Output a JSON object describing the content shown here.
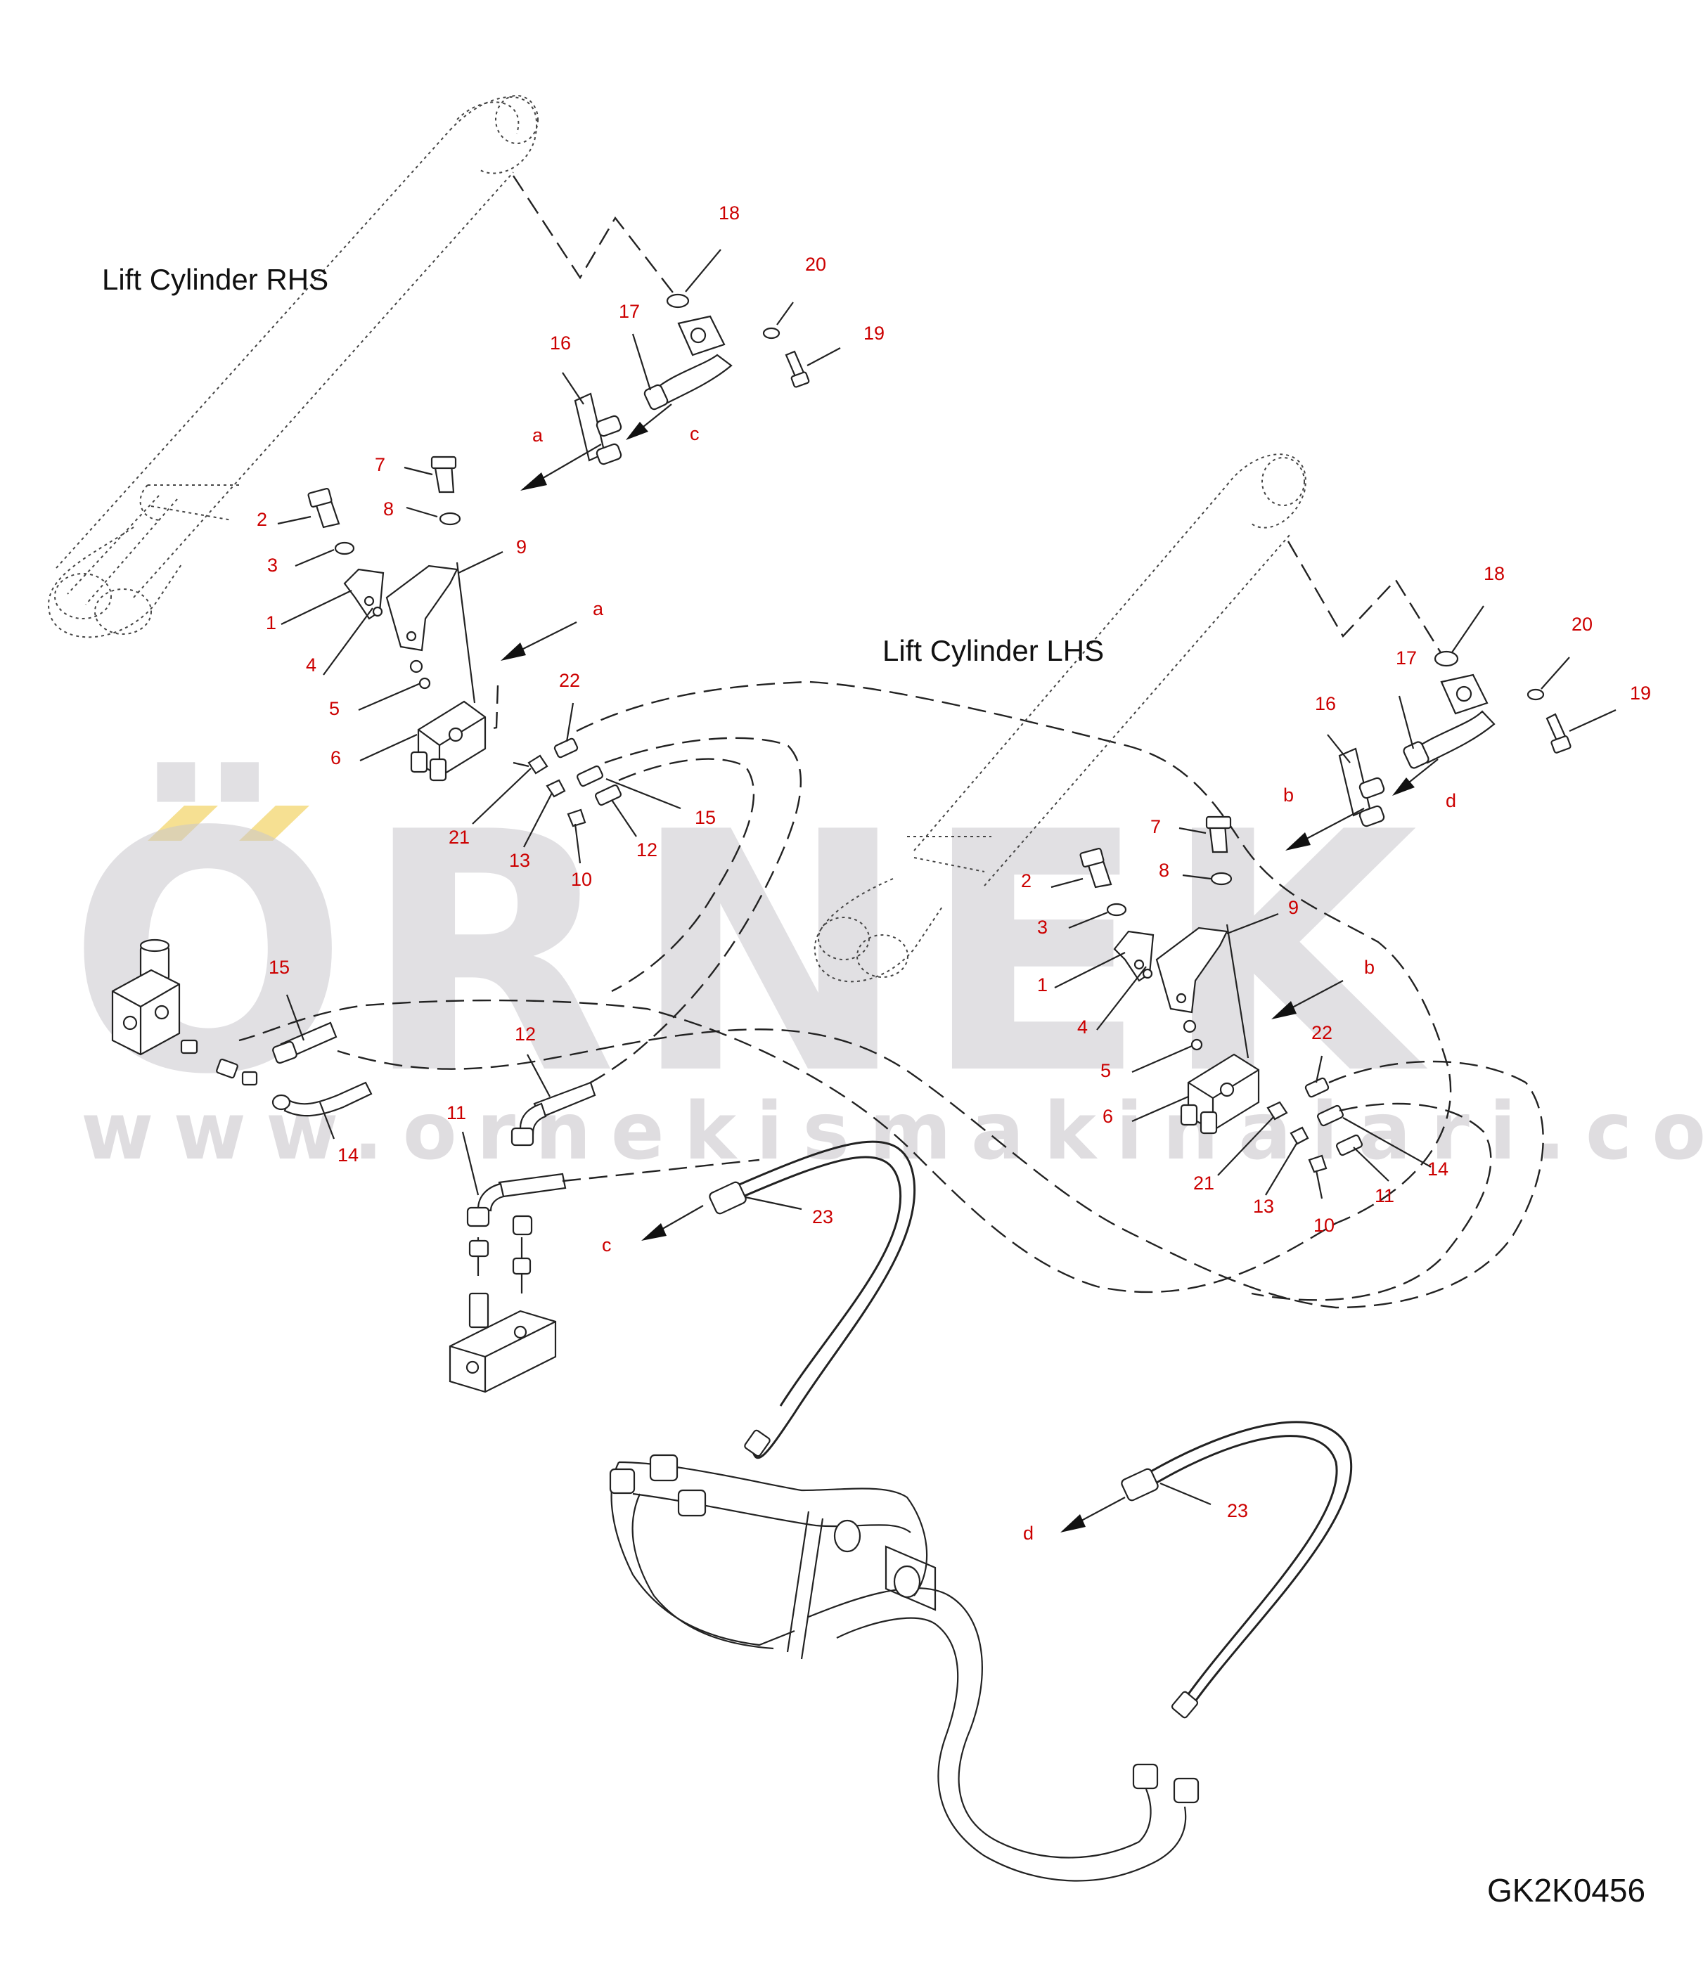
{
  "diagram": {
    "titles": {
      "rhs": "Lift Cylinder RHS",
      "lhs": "Lift Cylinder LHS"
    },
    "drawing_code": "GK2K0456",
    "watermark": {
      "brand": "ÖRNEK",
      "url": "www.ornekismakinalari.com.tr"
    },
    "labels": {
      "rhs": {
        "n18": "18",
        "n20": "20",
        "n17": "17",
        "n19": "19",
        "n16": "16",
        "a_top": "a",
        "c_top": "c",
        "n7": "7",
        "n8": "8",
        "n2": "2",
        "n3": "3",
        "n9": "9",
        "n1": "1",
        "a_mid": "a",
        "n4": "4",
        "n5": "5",
        "n22": "22",
        "n6": "6",
        "n15": "15",
        "n21": "21",
        "n13": "13",
        "n12": "12",
        "n10": "10"
      },
      "lhs": {
        "n18": "18",
        "n20": "20",
        "n17": "17",
        "n19": "19",
        "n16": "16",
        "b_top": "b",
        "d_top": "d",
        "n7": "7",
        "n8": "8",
        "n2": "2",
        "n9": "9",
        "n3": "3",
        "n1": "1",
        "b_mid": "b",
        "n4": "4",
        "n22": "22",
        "n5": "5",
        "n6": "6",
        "n14": "14",
        "n21": "21",
        "n11": "11",
        "n13": "13",
        "n10": "10"
      },
      "lower": {
        "n15": "15",
        "n12": "12",
        "n14": "14",
        "n11": "11",
        "n23_left": "23",
        "c_low": "c",
        "n23_right": "23",
        "d_low": "d"
      }
    }
  }
}
